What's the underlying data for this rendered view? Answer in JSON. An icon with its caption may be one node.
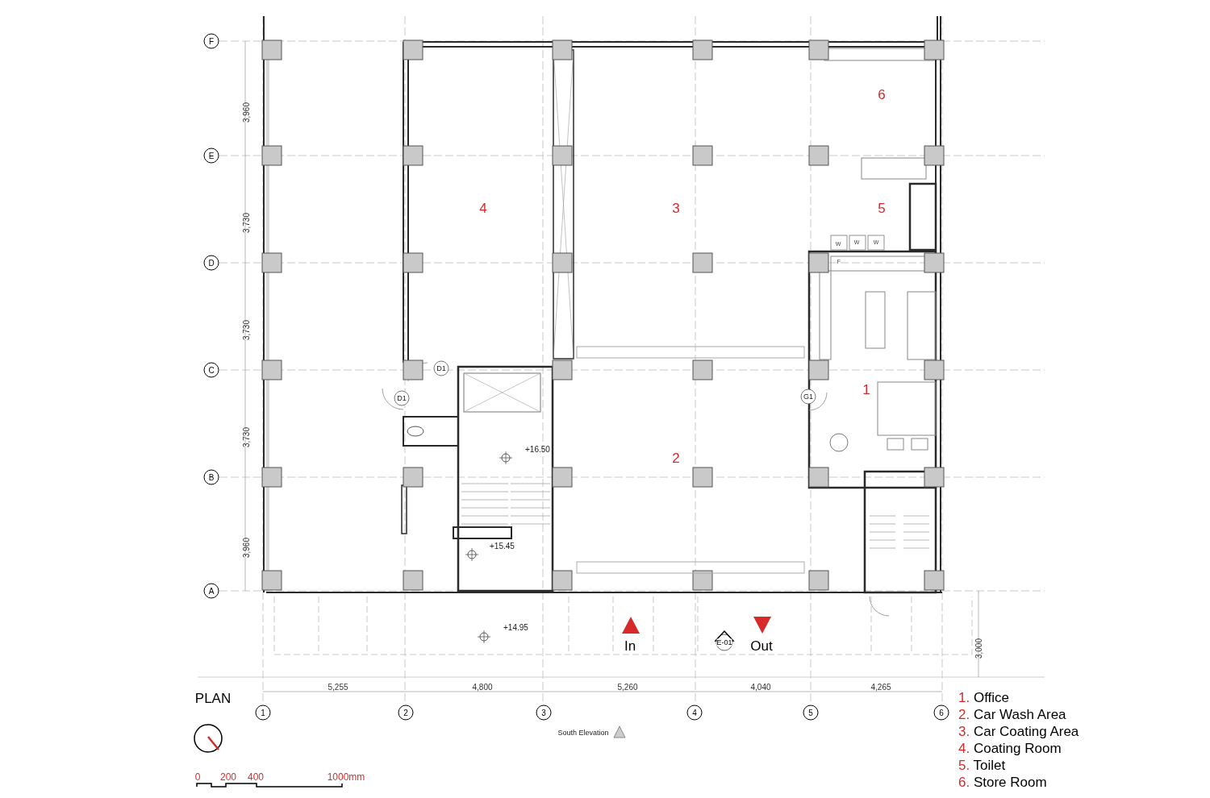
{
  "diagram": {
    "labels": [
      "F",
      "3,960",
      "6",
      "E",
      "4",
      "3",
      "5",
      "3,730",
      "W",
      "W",
      "W",
      "D",
      "F",
      "3,730",
      "C",
      "D1",
      "D1",
      "G1",
      "1",
      "3,730",
      "+16.50",
      "2",
      "B",
      "3,960",
      "+15.45",
      "A",
      "In",
      "E-01",
      "Out",
      "+14.95",
      "3,000",
      "5,255",
      "4,800",
      "5,260",
      "4,040",
      "4,265",
      "PLAN",
      "1",
      "2",
      "3",
      "4",
      "5",
      "6",
      "1. Office",
      "2. Car Wash Area",
      "3. Car Coating Area",
      "4. Coating Room",
      "5. Toilet",
      "6. Store Room",
      "South Elevation",
      "0",
      "200",
      "400",
      "1000mm"
    ]
  }
}
